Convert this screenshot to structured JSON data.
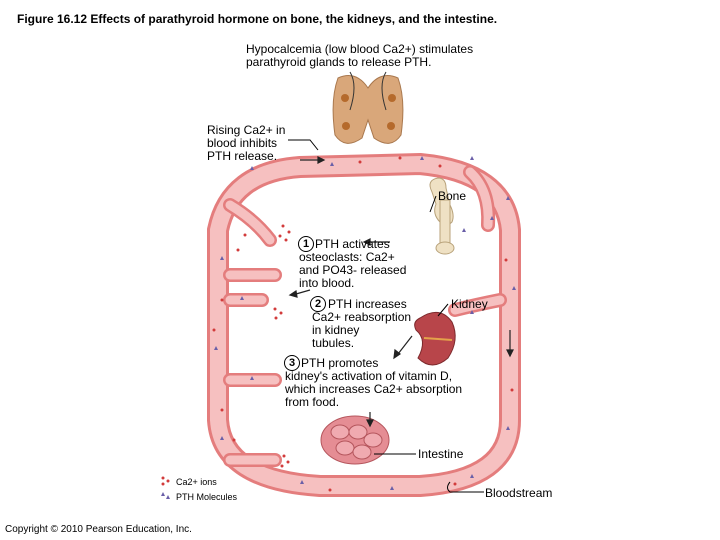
{
  "title": "Figure 16.12 Effects of parathyroid hormone on bone, the kidneys, and the intestine.",
  "hypocalcemia_text": "Hypocalcemia (low blood Ca2+) stimulates\nparathyroid glands to release PTH.",
  "rising_text": "Rising Ca2+ in\nblood inhibits\nPTH release.",
  "bone_label": "Bone",
  "kidney_label": "Kidney",
  "intestine_label": "Intestine",
  "bloodstream_label": "Bloodstream",
  "steps": [
    {
      "num": "1",
      "text": "PTH activates\nosteoclasts: Ca2+\nand PO43- released\ninto blood."
    },
    {
      "num": "2",
      "text": "PTH increases\nCa2+ reabsorption\nin kidney\ntubules."
    },
    {
      "num": "3",
      "text": "PTH promotes\nkidney's activation of vitamin D,\nwhich increases Ca2+ absorption\nfrom food."
    }
  ],
  "legend": [
    {
      "label": "Ca2+ ions",
      "color": "#d23b3b",
      "shape": "dots"
    },
    {
      "label": "PTH Molecules",
      "color": "#6a5fa8",
      "shape": "triangles"
    }
  ],
  "colors": {
    "vessel": "#f2a3a3",
    "vessel_edge": "#e47d7d",
    "gland": "#d9a77a",
    "kidney": "#b8454a",
    "intestine": "#e58d94",
    "bone": "#efe1c4"
  },
  "copyright": "Copyright © 2010 Pearson Education, Inc."
}
